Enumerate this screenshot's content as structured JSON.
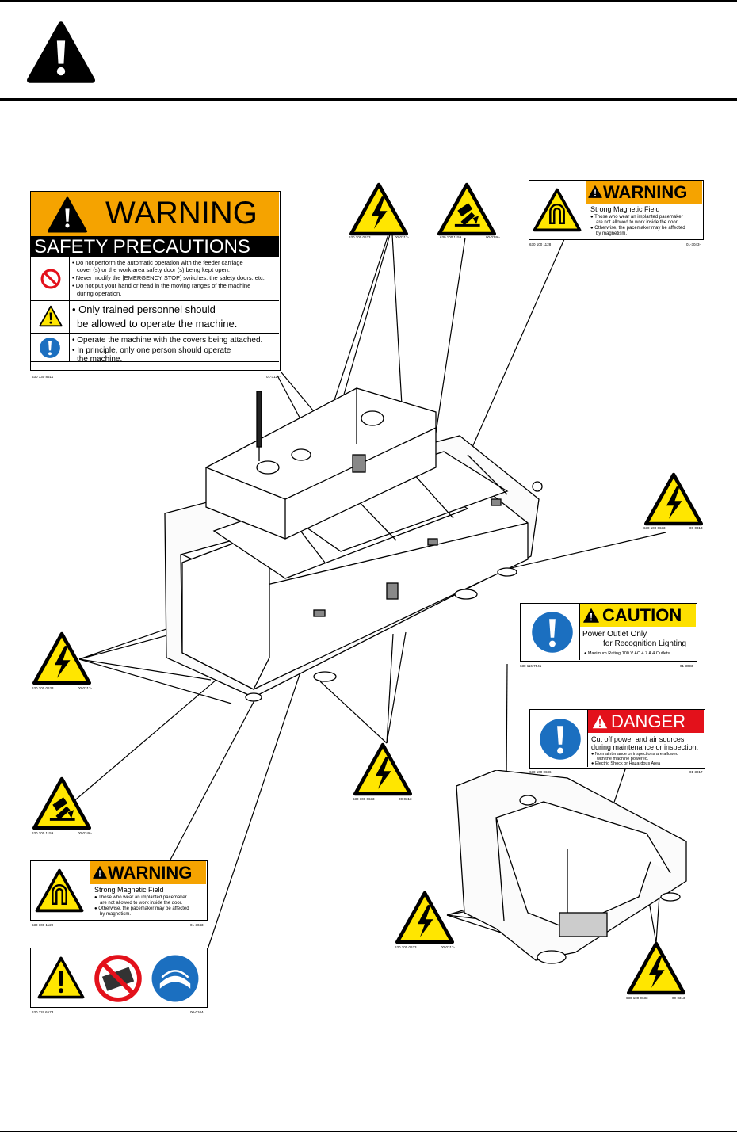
{
  "colors": {
    "warning": "#f5a300",
    "danger": "#e3111b",
    "caution": "#fde000",
    "hazard": "#ffe600",
    "info": "#1b6fc0",
    "prohibit": "#e3111b"
  },
  "safety_precautions": {
    "warning": "WARNING",
    "subtitle": "SAFETY PRECAUTIONS",
    "prohibit": [
      "• Do not perform the automatic operation with the feeder carriage",
      "cover (s) or the work area safety door (s) being kept open.",
      "• Never modify the [EMERGENCY STOP] switches, the safety doors, etc.",
      "• Do not put your hand or head in the moving ranges of the machine",
      "during operation."
    ],
    "trained": [
      "• Only trained personnel should",
      "be allowed to operate the machine."
    ],
    "mandatory": [
      "• Operate the machine with the covers being attached.",
      "• In principle, only one person should operate",
      "the machine."
    ],
    "code_left": "630 130 8611",
    "code_right": "01-3127-"
  },
  "magnet_top": {
    "title": "WARNING",
    "heading": "Strong Magnetic Field",
    "lines": [
      "●  Those who wear an implanted pacemaker",
      "are not allowed to work inside the door.",
      "●  Otherwise, the pacemaker may be affected",
      "by magnetism."
    ],
    "code_left": "630 100 1128",
    "code_right": "01-3043-"
  },
  "magnet_bottom": {
    "title": "WARNING",
    "heading": "Strong Magnetic Field",
    "lines": [
      "●  Those who wear an implanted pacemaker",
      "are not allowed to work inside the door.",
      "●  Otherwise, the pacemaker may be affected",
      "by magnetism."
    ],
    "code_left": "630 100 1129",
    "code_right": "01-3043-"
  },
  "caution": {
    "title": "CAUTION",
    "line1": "Power Outlet Only",
    "line2": "for Recognition Lighting",
    "rating": "●  Maximum Rating 100 V AC   4.7 A   4 Outlets",
    "code_left": "630 116 7541",
    "code_right": "01-3093-"
  },
  "danger": {
    "title": "DANGER",
    "line1": "Cut off power and air sources",
    "line2": "during maintenance or inspection.",
    "bullets": [
      "●  No maintenance or inspections are allowed",
      "with the machine powered.",
      "●  Electric Shock or Hazardous Area"
    ],
    "code_left": "630 100 0686",
    "code_right": "01-3017"
  },
  "electric_code": "630 100 0633",
  "electric_code_right": "00-0313-",
  "crush_code": "630 100 1159",
  "crush_code_right": "00-0346-",
  "nozzle_code": "630 119 6573",
  "nozzle_code_right": "00-0104-"
}
